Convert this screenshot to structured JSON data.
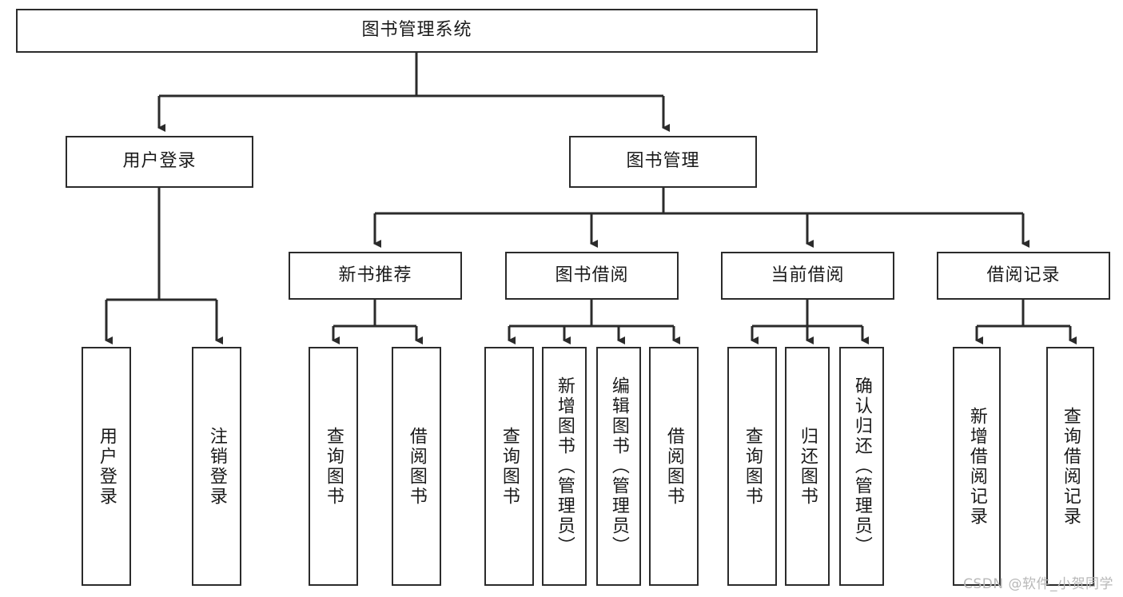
{
  "diagram": {
    "title": "图书管理系统",
    "watermark": "CSDN @软件_小贺同学",
    "line_color": "#2b2b2b",
    "box_fill": "#ffffff",
    "text_color": "#1a1a1a",
    "nodes": {
      "root": "图书管理系统",
      "level2": {
        "user_login": "用户登录",
        "book_manage": "图书管理"
      },
      "user_login_children": {
        "login": "用户登录",
        "logout": "注销登录"
      },
      "level3": {
        "new_book_recommend": "新书推荐",
        "book_borrow": "图书借阅",
        "current_borrow": "当前借阅",
        "borrow_record": "借阅记录"
      },
      "new_book_recommend_children": {
        "query_book": "查询图书",
        "borrow_book": "借阅图书"
      },
      "book_borrow_children": {
        "query_book": "查询图书",
        "add_book_admin": "新增图书（管理员）",
        "edit_book_admin": "编辑图书（管理员）",
        "borrow_book": "借阅图书"
      },
      "current_borrow_children": {
        "query_book": "查询图书",
        "return_book": "归还图书",
        "confirm_return_admin": "确认归还（管理员）"
      },
      "borrow_record_children": {
        "add_record": "新增借阅记录",
        "query_record": "查询借阅记录"
      }
    }
  }
}
